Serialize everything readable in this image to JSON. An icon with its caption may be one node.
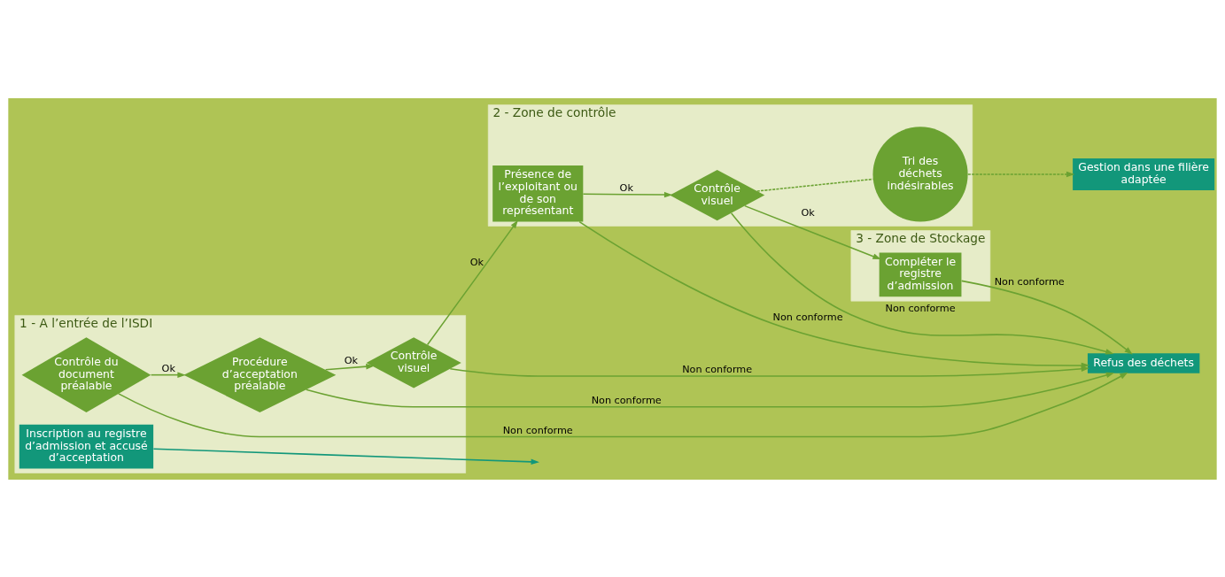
{
  "diagram": {
    "nodes": [
      {
        "text": [
          "1 - A l’entrée de l’ISDI"
        ]
      },
      {
        "text": [
          "Inscription au registre d’admission et accusé d’acceptation"
        ],
        "in": 0
      },
      {
        "text": [
          "Contrôle du document préalable"
        ],
        "in": 0
      },
      {
        "text": [
          "Procédure d’acceptation préalable"
        ],
        "in": 0
      },
      {
        "text": [
          "Contrôle visuel"
        ],
        "in": 0
      },
      {
        "text": [
          "2 - Zone de contrôle"
        ]
      },
      {
        "text": [
          "Présence de l’exploitant ou de son représentant"
        ],
        "in": 5
      },
      {
        "text": [
          "Contrôle visuel"
        ],
        "in": 5
      },
      {
        "text": [
          "Tri des déchets indésirables"
        ],
        "in": 5
      },
      {
        "text": [
          "3 - Zone de Stockage"
        ]
      },
      {
        "text": [
          "Compléter le registre d’admission"
        ],
        "in": 9
      },
      {
        "text": [
          "Refus des déchets"
        ]
      },
      {
        "text": [
          "Gestion dans une filière adaptée"
        ]
      }
    ],
    "edges": [
      {
        "from": 2,
        "to": 3,
        "arrow": "to",
        "label": "Ok"
      },
      {
        "from": 3,
        "to": 4,
        "arrow": "to",
        "label": "Ok"
      },
      {
        "from": 4,
        "to": 6,
        "arrow": "to",
        "label": "Ok"
      },
      {
        "from": 1,
        "to": null,
        "arrow": "to"
      },
      {
        "from": 6,
        "to": 7,
        "arrow": "to",
        "label": "Ok"
      },
      {
        "from": 7,
        "to": 10,
        "arrow": "to",
        "label": "Ok"
      },
      {
        "from": 7,
        "to": 8,
        "arrow": "none",
        "style": "dashed"
      },
      {
        "from": 8,
        "to": 12,
        "arrow": "to",
        "style": "dashed"
      },
      {
        "from": 2,
        "to": 11,
        "arrow": "to",
        "label": "Non conforme"
      },
      {
        "from": 3,
        "to": 11,
        "arrow": "to",
        "label": "Non conforme"
      },
      {
        "from": 4,
        "to": 11,
        "arrow": "to",
        "label": "Non conforme"
      },
      {
        "from": 6,
        "to": 11,
        "arrow": "to",
        "label": "Non conforme"
      },
      {
        "from": 7,
        "to": 11,
        "arrow": "to",
        "label": "Non conforme"
      },
      {
        "from": 10,
        "to": 11,
        "arrow": "to",
        "label": "Non conforme"
      }
    ]
  }
}
